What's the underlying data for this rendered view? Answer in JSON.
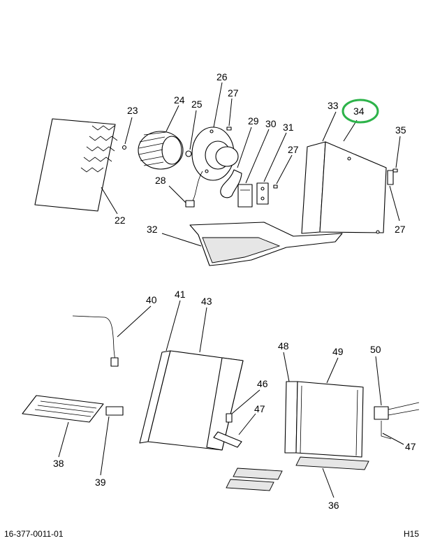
{
  "callouts": {
    "c22": "22",
    "c23": "23",
    "c24": "24",
    "c25": "25",
    "c26": "26",
    "c27a": "27",
    "c27b": "27",
    "c27c": "27",
    "c28": "28",
    "c29": "29",
    "c30": "30",
    "c31": "31",
    "c32": "32",
    "c33": "33",
    "c34": "34",
    "c35": "35",
    "c36": "36",
    "c38": "38",
    "c39": "39",
    "c40": "40",
    "c41": "41",
    "c43": "43",
    "c46": "46",
    "c47a": "47",
    "c47b": "47",
    "c48": "48",
    "c49": "49",
    "c50": "50"
  },
  "highlight": {
    "callout": "34",
    "color": "#2db34a"
  },
  "footer": {
    "drawing_number": "16-377-0011-01",
    "page_code": "H15"
  }
}
